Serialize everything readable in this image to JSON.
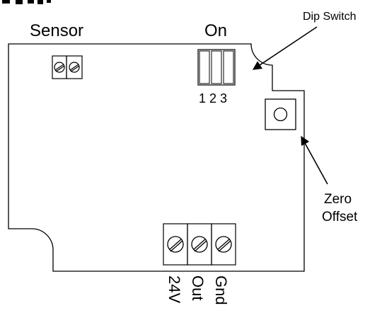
{
  "colors": {
    "line": "#000000",
    "background": "#ffffff"
  },
  "labels": {
    "sensor": "Sensor",
    "on": "On",
    "dip_switch": "Dip Switch",
    "switch_numbers": "1 2 3",
    "zero": "Zero",
    "offset": "Offset"
  },
  "terminals": {
    "t24v": "24V",
    "out": "Out",
    "gnd": "Gnd"
  }
}
